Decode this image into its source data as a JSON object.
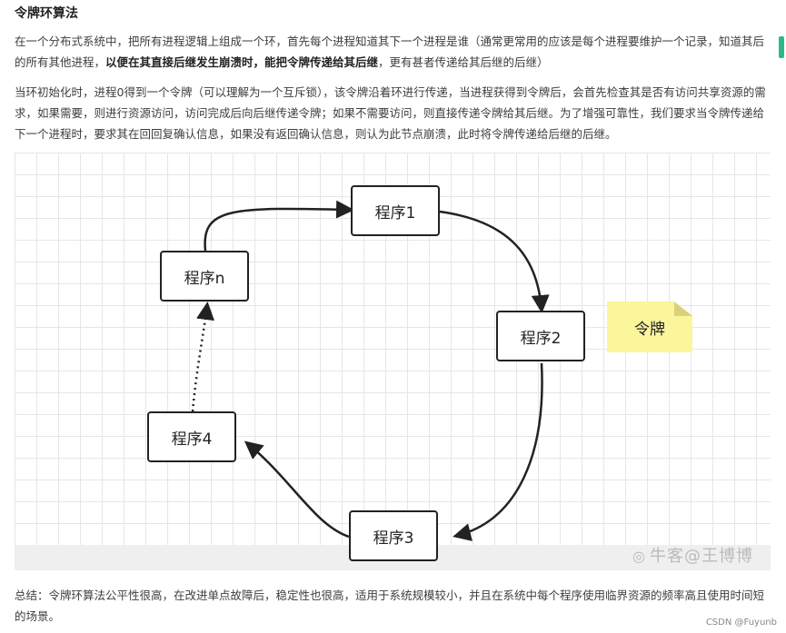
{
  "article": {
    "title": "令牌环算法",
    "para1_before": "在一个分布式系统中，把所有进程逻辑上组成一个环，首先每个进程知道其下一个进程是谁（通常更常用的应该是每个进程要维护一个记录，知道其后的所有其他进程，",
    "para1_bold": "以便在其直接后继发生崩溃时，能把令牌传递给其后继",
    "para1_after": "，更有甚者传递给其后继的后继）",
    "para2": "当环初始化时，进程0得到一个令牌（可以理解为一个互斥锁），该令牌沿着环进行传递，当进程获得到令牌后，会首先检查其是否有访问共享资源的需求，如果需要，则进行资源访问，访问完成后向后继传递令牌；如果不需要访问，则直接传递令牌给其后继。为了增强可靠性，我们要求当令牌传递给下一个进程时，要求其在回回复确认信息，如果没有返回确认信息，则认为此节点崩溃，此时将令牌传递给后继的后继。",
    "para3": "总结：令牌环算法公平性很高，在改进单点故障后，稳定性也很高，适用于系统规模较小，并且在系统中每个程序使用临界资源的频率高且使用时间短的场景。"
  },
  "diagram": {
    "nodes": {
      "p1": "程序1",
      "p2": "程序2",
      "p3": "程序3",
      "p4": "程序4",
      "pn": "程序n"
    },
    "token_note": "令牌",
    "watermark": "牛客@王博博",
    "watermark_icon": "◎"
  },
  "footer": {
    "csdn_credit": "CSDN @Fuyunb"
  }
}
